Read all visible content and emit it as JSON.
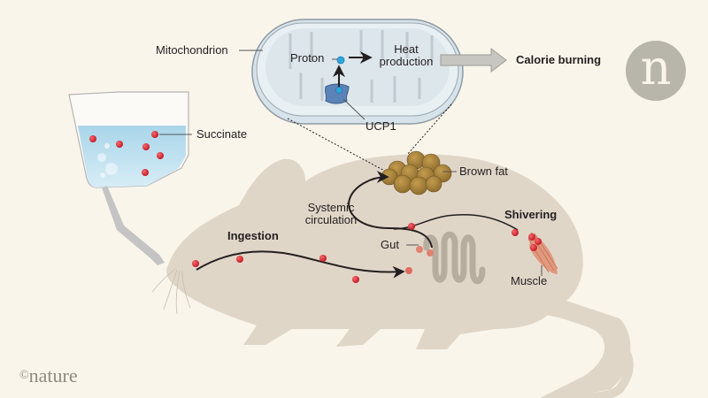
{
  "labels": {
    "mitochondrion": "Mitochondrion",
    "proton": "Proton",
    "heat_production": [
      "Heat",
      "production"
    ],
    "ucp1": "UCP1",
    "calorie_burning": "Calorie burning",
    "succinate": "Succinate",
    "brown_fat": "Brown fat",
    "systemic_circulation": [
      "Systemic",
      "circulation"
    ],
    "shivering": "Shivering",
    "ingestion": "Ingestion",
    "gut": "Gut",
    "muscle": "Muscle"
  },
  "logo": {
    "letter": "n"
  },
  "credit": {
    "symbol": "©",
    "text": "nature"
  },
  "colors": {
    "background": "#f9f5eb",
    "mouse": "#e0d6c8",
    "succinate_dot": "#d7202a",
    "water": "#bfe0ef",
    "mitochondrion": "#dfe9ef",
    "ucp1": "#5b83b8",
    "proton": "#2fa6dc",
    "brown_fat": "#a8823a",
    "muscle": "#e09a7e",
    "logo": "#b8b5ab"
  }
}
